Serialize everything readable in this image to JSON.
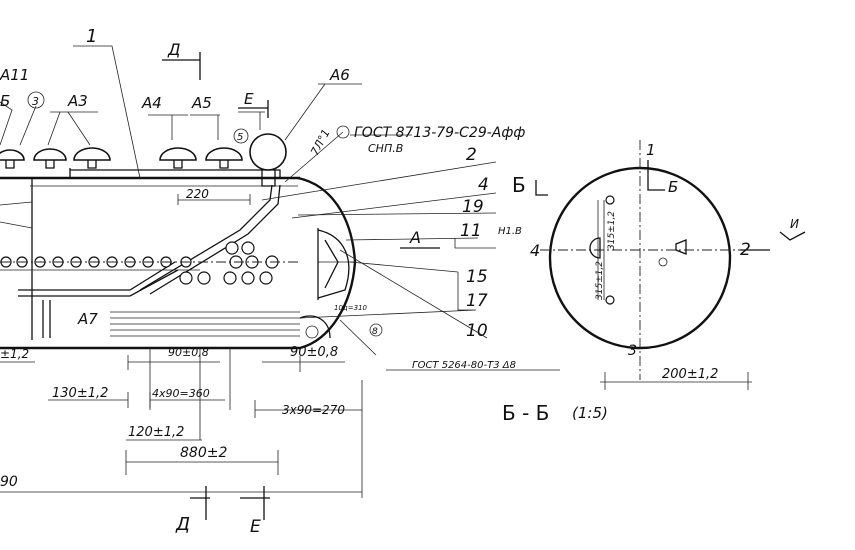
{
  "labels": {
    "a11": "А11",
    "a5_cut": "Б",
    "circle3": "3",
    "a3": "А3",
    "item1": "1",
    "view_d_top": "Д",
    "a4": "А4",
    "a5": "А5",
    "view_e_top": "Е",
    "a6": "А6",
    "circle5": "5",
    "item7n1": "7Л°1",
    "gost_weld": "ГОСТ 8713-79-С29-Афф",
    "gost_weld_sub": "СНП.В",
    "item2": "2",
    "item4": "4",
    "item19": "19",
    "item11": "11",
    "item11_note": "Н1.В",
    "section_b_top": "Б",
    "arrow_a": "А",
    "item15": "15",
    "item17": "17",
    "item10": "10",
    "a7": "А7",
    "dim220": "220",
    "dim_note_small": "10д=310",
    "circle8": "8",
    "gost_weld2": "ГОСТ 5264-80-Т3 Δ8",
    "left_12": "±1,2",
    "dim90a": "90±0,8",
    "dim90b": "90±0,8",
    "dim130": "130±1,2",
    "dim4x90": "4х90=360",
    "dim3x90": "3х90=270",
    "dim120": "120±1,2",
    "dim880": "880±2",
    "dim_left90": "90",
    "view_d_bottom": "Д",
    "view_e_bottom": "Е",
    "sec_1": "1",
    "sec_b": "Б",
    "sec_4": "4",
    "sec_2": "2",
    "sec_3": "3",
    "sec_i": "И",
    "sec_315a": "315±1,2",
    "sec_315b": "315±1,2",
    "sec_200": "200±1,2",
    "sec_title": "Б - Б",
    "sec_scale": "(1:5)"
  }
}
